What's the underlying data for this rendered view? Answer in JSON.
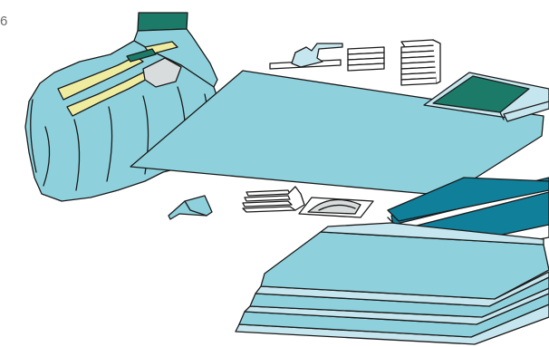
{
  "figure": {
    "number_label": "6"
  },
  "colors": {
    "drape_light_blue": "#8ed1dc",
    "drape_pale_blue": "#c5e6ee",
    "drape_dark_teal": "#0f7f9a",
    "towel_dark_green": "#1c7a68",
    "yellow_stripe": "#efeca0",
    "grey_pouch": "#d9dcdc",
    "outline": "#1a1a1a",
    "white": "#ffffff"
  },
  "items": [
    {
      "name": "draped-patient",
      "icon": "covered-figure-icon"
    },
    {
      "name": "large-drape-sheet",
      "icon": "sheet-icon"
    },
    {
      "name": "tube-holder",
      "icon": "holder-icon"
    },
    {
      "name": "towel-stack-small",
      "icon": "stack-icon"
    },
    {
      "name": "towel-stack-tall",
      "icon": "stack-icon"
    },
    {
      "name": "instrument-tray-cover",
      "icon": "tray-icon"
    },
    {
      "name": "cable-clip",
      "icon": "clip-icon"
    },
    {
      "name": "folded-towels",
      "icon": "stack-icon"
    },
    {
      "name": "instrument-pouch",
      "icon": "pouch-icon"
    },
    {
      "name": "dark-teal-drapes",
      "icon": "sheet-stack-icon"
    },
    {
      "name": "light-blue-drapes",
      "icon": "sheet-stack-icon"
    }
  ]
}
